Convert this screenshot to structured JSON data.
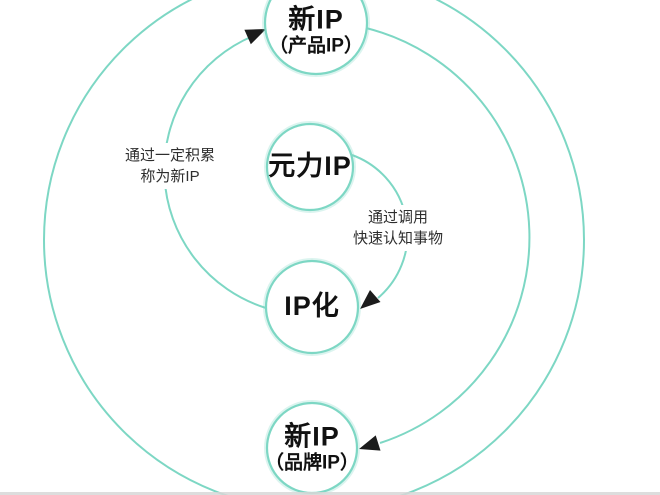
{
  "diagram": {
    "nodes": {
      "top": {
        "line1": "新IP",
        "line2": "（产品IP）"
      },
      "middle": {
        "label": "元力IP"
      },
      "lower": {
        "label": "IP化"
      },
      "bottom": {
        "line1": "新IP",
        "line2": "（品牌IP）"
      }
    },
    "annotations": {
      "left": {
        "line1": "通过一定积累",
        "line2": "称为新IP"
      },
      "right": {
        "line1": "通过调用",
        "line2": "快速认知事物"
      }
    },
    "colors": {
      "arc": "#7dd7c4",
      "arrow": "#1c1c1c",
      "node_text": "#111111",
      "annotation_text": "#2e2e2e",
      "background": "#ffffff"
    }
  }
}
